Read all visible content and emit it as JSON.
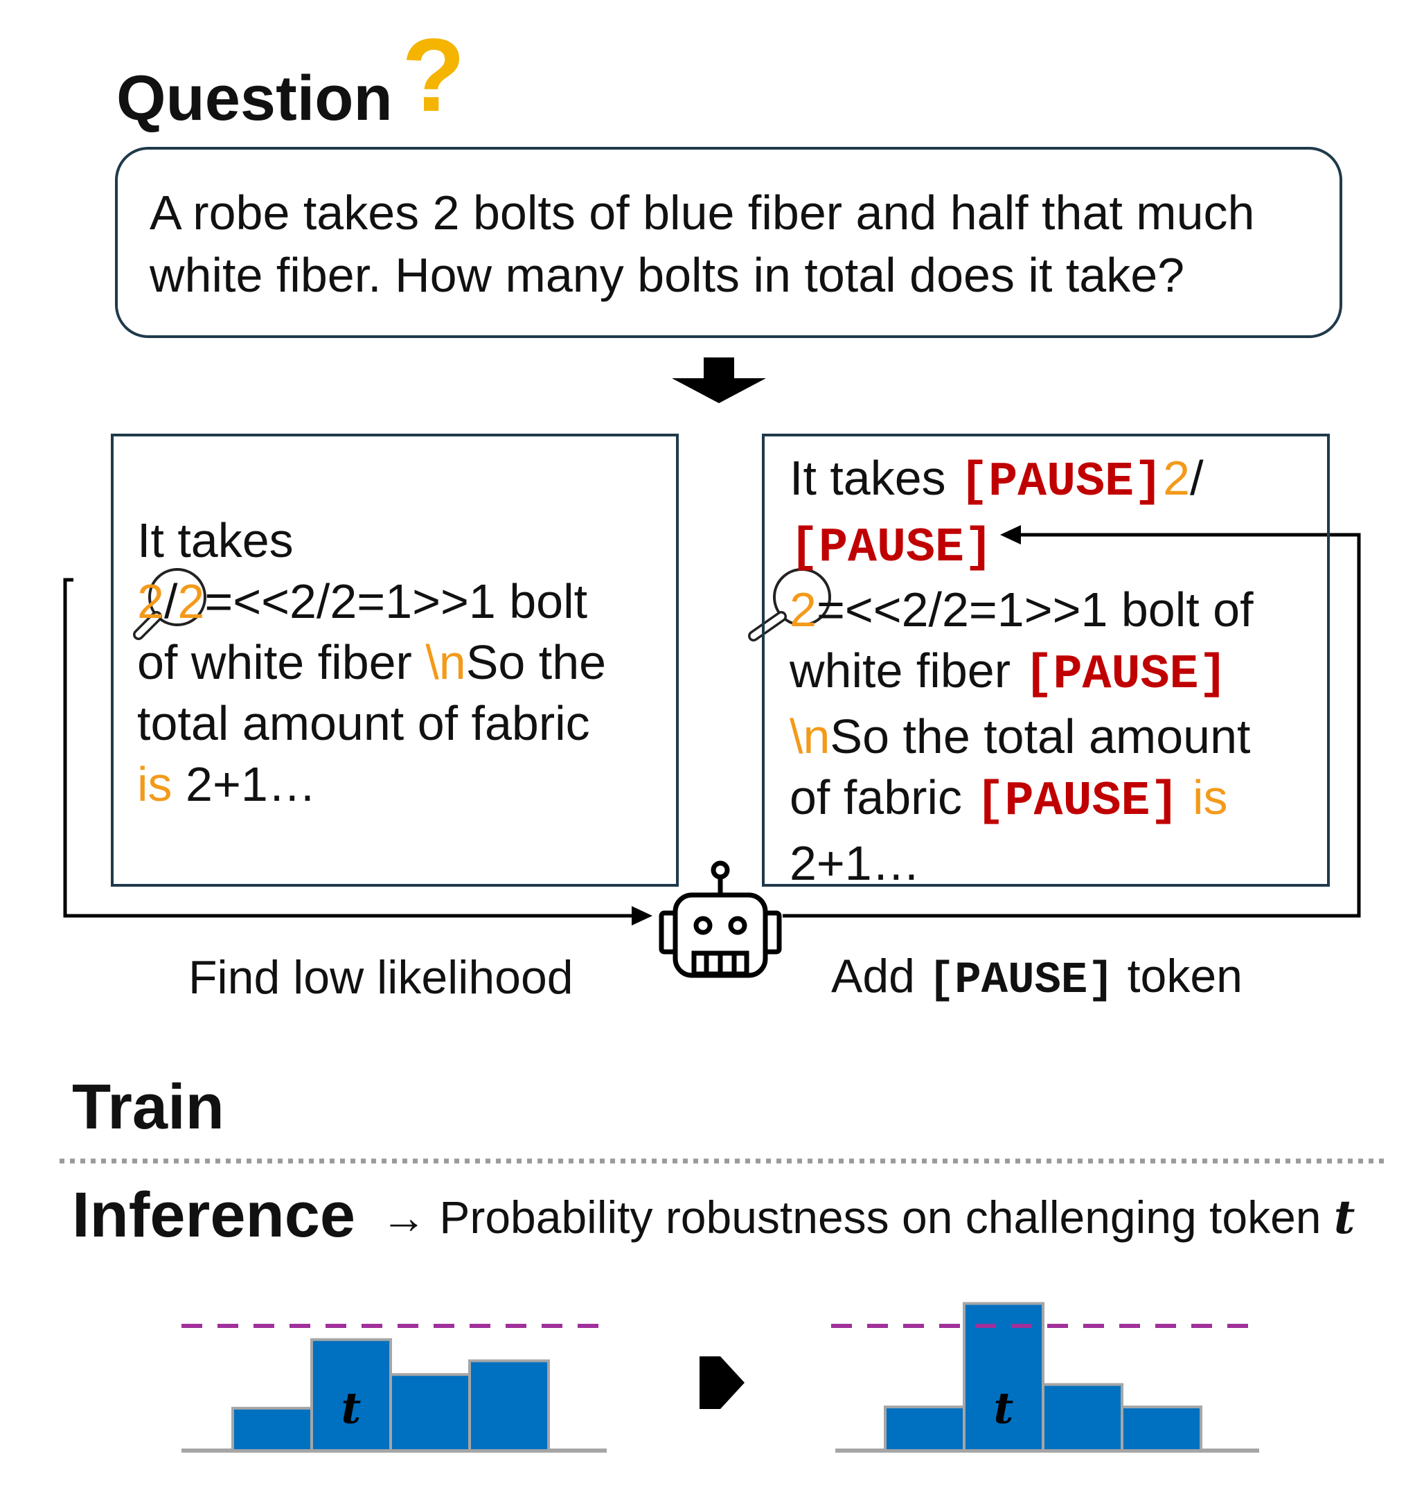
{
  "question": {
    "title": "Question",
    "mark": "?",
    "text": "A robe takes 2 bolts of blue fiber and half that much white fiber.  How many bolts in total does it take?"
  },
  "left_panel": {
    "l1": "It takes",
    "l2_a": "2",
    "l2_b": "/",
    "l2_c": "2",
    "l2_d": "=<<2/2=1>>1 bolt",
    "l3_a": "of white fiber ",
    "l3_b": "\\n",
    "l3_c": "So the",
    "l4": "total amount of fabric",
    "l5_a": "is",
    "l5_b": " 2+1…"
  },
  "right_panel": {
    "l1_a": "It takes ",
    "pause": "[PAUSE]",
    "l1_c": "2",
    "l1_d": "/",
    "l3_a": "2",
    "l3_b": "=<<2/2=1>>1 bolt of",
    "l4_a": "white fiber ",
    "l5_a": "\\n",
    "l5_b": "So the total amount",
    "l6_a": "of fabric ",
    "l6_c": " is",
    "l7": "2+1…"
  },
  "loop_labels": {
    "find": "Find low likelihood",
    "add_prefix": "Add ",
    "add_token": "[PAUSE]",
    "add_suffix": " token"
  },
  "sections": {
    "train": "Train",
    "inference": "Inference",
    "inference_arrow": "→",
    "inference_desc": "Probability robustness on challenging token ",
    "inference_var": "t"
  },
  "icons": {
    "down_arrow": "down-arrow-icon",
    "magnifier": "magnifier-icon",
    "robot": "robot-icon",
    "right_arrow": "right-arrow-icon"
  },
  "colors": {
    "highlight": "#f39a1b",
    "question_mark": "#f4b400",
    "pause_token": "#c00000",
    "bar_fill": "#0070c0",
    "bar_stroke": "#a6a6a6",
    "threshold": "#a0309a",
    "border": "#1f3a4b"
  },
  "chart_data": [
    {
      "type": "bar",
      "categories": [
        "",
        "t",
        "",
        ""
      ],
      "values": [
        0.34,
        0.89,
        0.61,
        0.72
      ],
      "threshold": 1.0,
      "ylim": [
        0,
        1.2
      ],
      "grid": false
    },
    {
      "type": "bar",
      "categories": [
        "",
        "t",
        "",
        ""
      ],
      "values": [
        0.35,
        1.18,
        0.53,
        0.35
      ],
      "threshold": 1.0,
      "ylim": [
        0,
        1.2
      ],
      "grid": false
    }
  ]
}
